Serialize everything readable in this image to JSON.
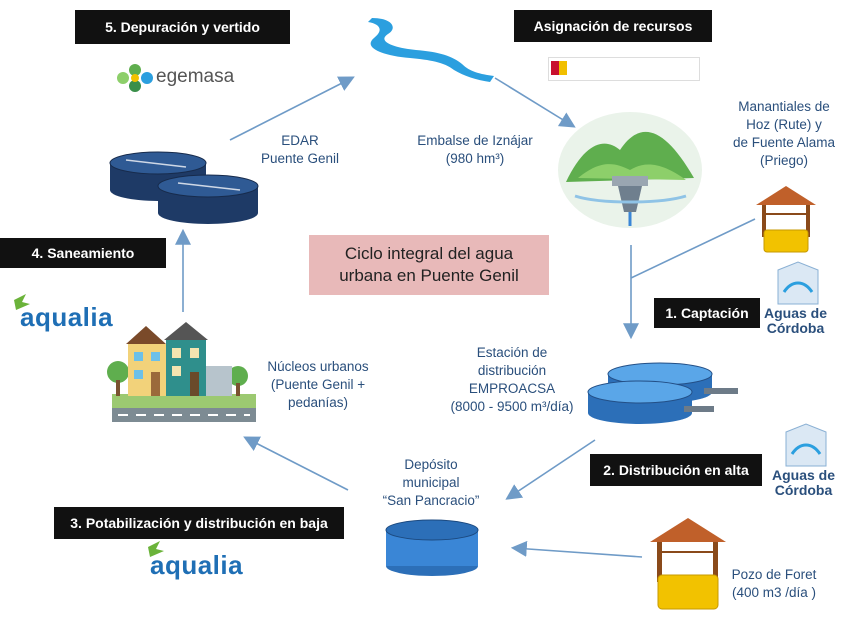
{
  "title": {
    "line1": "Ciclo integral del agua",
    "line2": "urbana en Puente Genil"
  },
  "steps": {
    "s5": "5. Depuración y vertido",
    "resources": "Asignación de recursos",
    "s4": "4. Saneamiento",
    "s1": "1. Captación",
    "s2": "2. Distribución en alta",
    "s3": "3. Potabilización y distribución en baja"
  },
  "nodes": {
    "edar": [
      "EDAR",
      "Puente Genil"
    ],
    "embalse": [
      "Embalse de Iznájar",
      "(980 hm³)"
    ],
    "manantiales": [
      "Manantiales de",
      "Hoz (Rute) y",
      "de Fuente Alama",
      "(Priego)"
    ],
    "estacion": [
      "Estación de",
      "distribución",
      "EMPROACSA",
      "(8000 - 9500 m³/día)"
    ],
    "nucleos": [
      "Núcleos urbanos",
      "(Puente Genil +",
      "pedanías)"
    ],
    "deposito": [
      "Depósito",
      "municipal",
      "“San Pancracio”"
    ],
    "pozo": [
      "Pozo de Foret",
      "(400 m3 /día )"
    ]
  },
  "logos": {
    "egemasa": "egemasa",
    "aqualia": "aqualia",
    "aguas_de_cordoba": [
      "Aguas de",
      "Córdoba"
    ]
  },
  "colors": {
    "arrow": "#6f9bc7",
    "label": "#2a4f7c",
    "title_bg": "#e8b9b9",
    "tank": "#1e3a66",
    "water": "#3a86d6"
  }
}
